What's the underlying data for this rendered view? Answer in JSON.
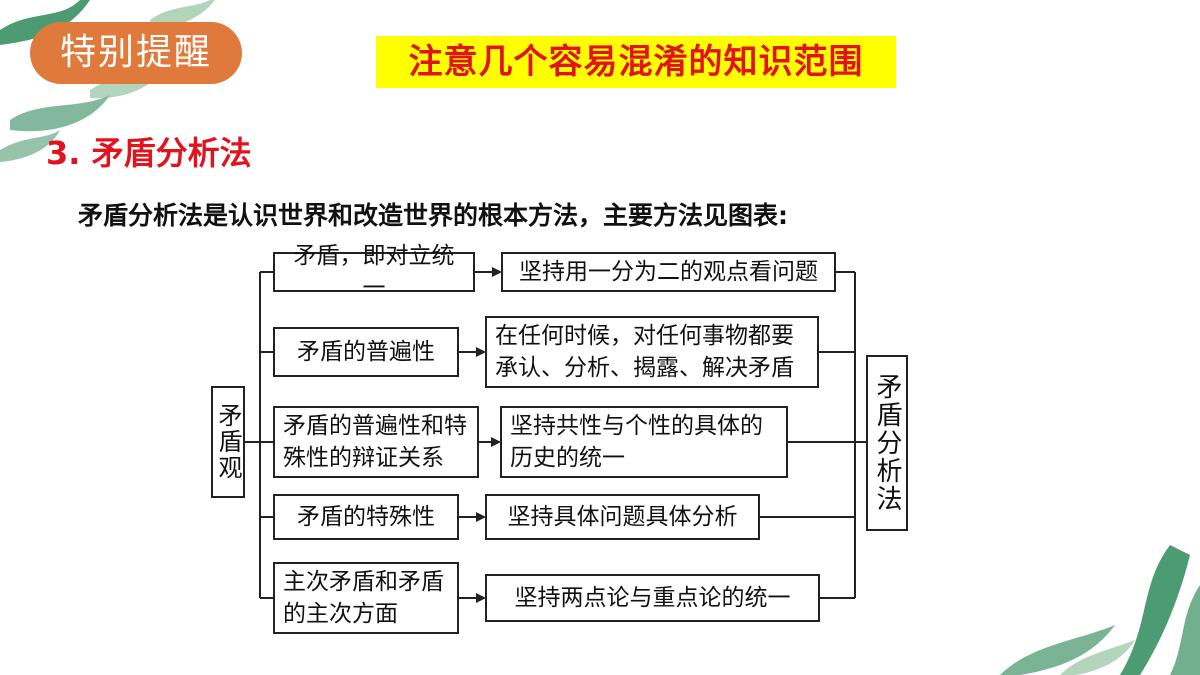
{
  "header": {
    "badge_label": "特别提醒",
    "banner_title": "注意几个容易混淆的知识范围"
  },
  "section": {
    "title": "3. 矛盾分析法",
    "intro": "矛盾分析法是认识世界和改造世界的根本方法，主要方法见图表:"
  },
  "diagram": {
    "root_label": "矛盾观",
    "method_label": "矛盾分析法",
    "rows": [
      {
        "concept": "矛盾，即对立统一",
        "method": "坚持用一分为二的观点看问题"
      },
      {
        "concept": "矛盾的普遍性",
        "method": "在任何时候，对任何事物都要承认、分析、揭露、解决矛盾"
      },
      {
        "concept": "矛盾的普遍性和特殊性的辩证关系",
        "method": "坚持共性与个性的具体的历史的统一"
      },
      {
        "concept": "矛盾的特殊性",
        "method": "坚持具体问题具体分析"
      },
      {
        "concept": "主次矛盾和矛盾的主次方面",
        "method": "坚持两点论与重点论的统一"
      }
    ]
  },
  "colors": {
    "badge_bg": "#e07a3c",
    "banner_bg": "#ffff00",
    "accent_red": "#e0141e",
    "leaf_green": "#2f8a5a"
  }
}
